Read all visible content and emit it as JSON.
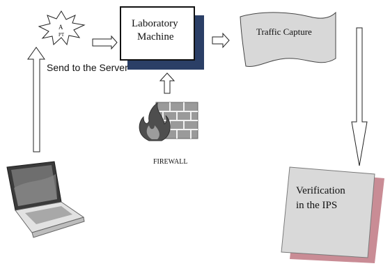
{
  "nodes": {
    "apt": {
      "line1": "A",
      "line2": "PT"
    },
    "lab": {
      "line1": "Laboratory",
      "line2": "Machine"
    },
    "traffic": {
      "label": "Traffic Capture"
    },
    "send": {
      "label": "Send to the Server"
    },
    "firewall": {
      "label": "FIREWALL"
    },
    "ips": {
      "line1": "Verification",
      "line2": "in the IPS"
    }
  },
  "colors": {
    "lab_shadow": "#2b3f66",
    "traffic_fill": "#d8d8d8",
    "ips_shadow": "#c98c95",
    "ips_fill": "#d9d9d9",
    "brick": "#8e8e8e",
    "flame": "#5a5a5a"
  },
  "icons": {
    "laptop": "laptop-icon",
    "firewall": "firewall-icon",
    "apt": "starburst-icon"
  }
}
